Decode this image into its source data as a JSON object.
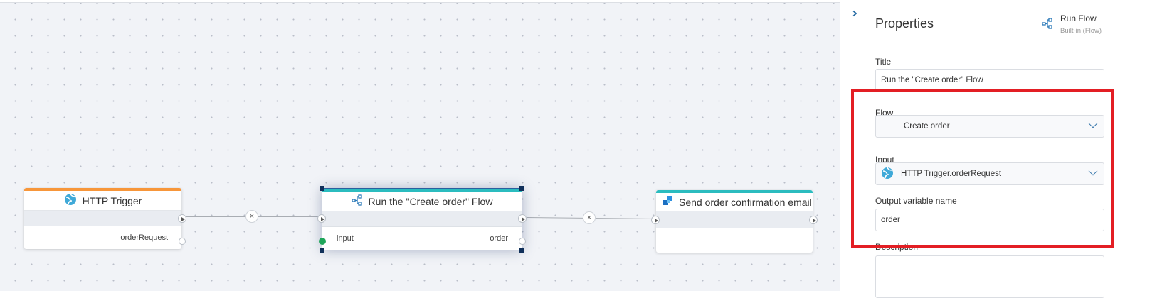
{
  "canvas": {
    "nodes": [
      {
        "title": "HTTP Trigger",
        "icon": "globe-icon",
        "accent": "#f7963a",
        "outputs": [
          "orderRequest"
        ]
      },
      {
        "title": "Run the \"Create order\" Flow",
        "icon": "flow-icon",
        "accent": "#2bbcbf",
        "inputs": [
          "input"
        ],
        "outputs": [
          "order"
        ],
        "selected": true
      },
      {
        "title": "Send order confirmation email",
        "icon": "email-app-icon",
        "accent": "#2bbcbf"
      }
    ],
    "connector_remove_glyph": "×"
  },
  "panel": {
    "collapse_icon": "chevron-right-icon",
    "title": "Properties",
    "activity": {
      "name": "Run Flow",
      "category": "Built-in (Flow)",
      "icon": "flow-icon"
    },
    "fields": {
      "title": {
        "label": "Title",
        "value": "Run the \"Create order\" Flow"
      },
      "flow": {
        "label": "Flow",
        "value": "Create order"
      },
      "input": {
        "label": "Input",
        "value": "HTTP Trigger.orderRequest"
      },
      "output": {
        "label": "Output variable name",
        "value": "order"
      },
      "description": {
        "label": "Description",
        "value": ""
      }
    },
    "highlight_color": "#e31e24"
  }
}
